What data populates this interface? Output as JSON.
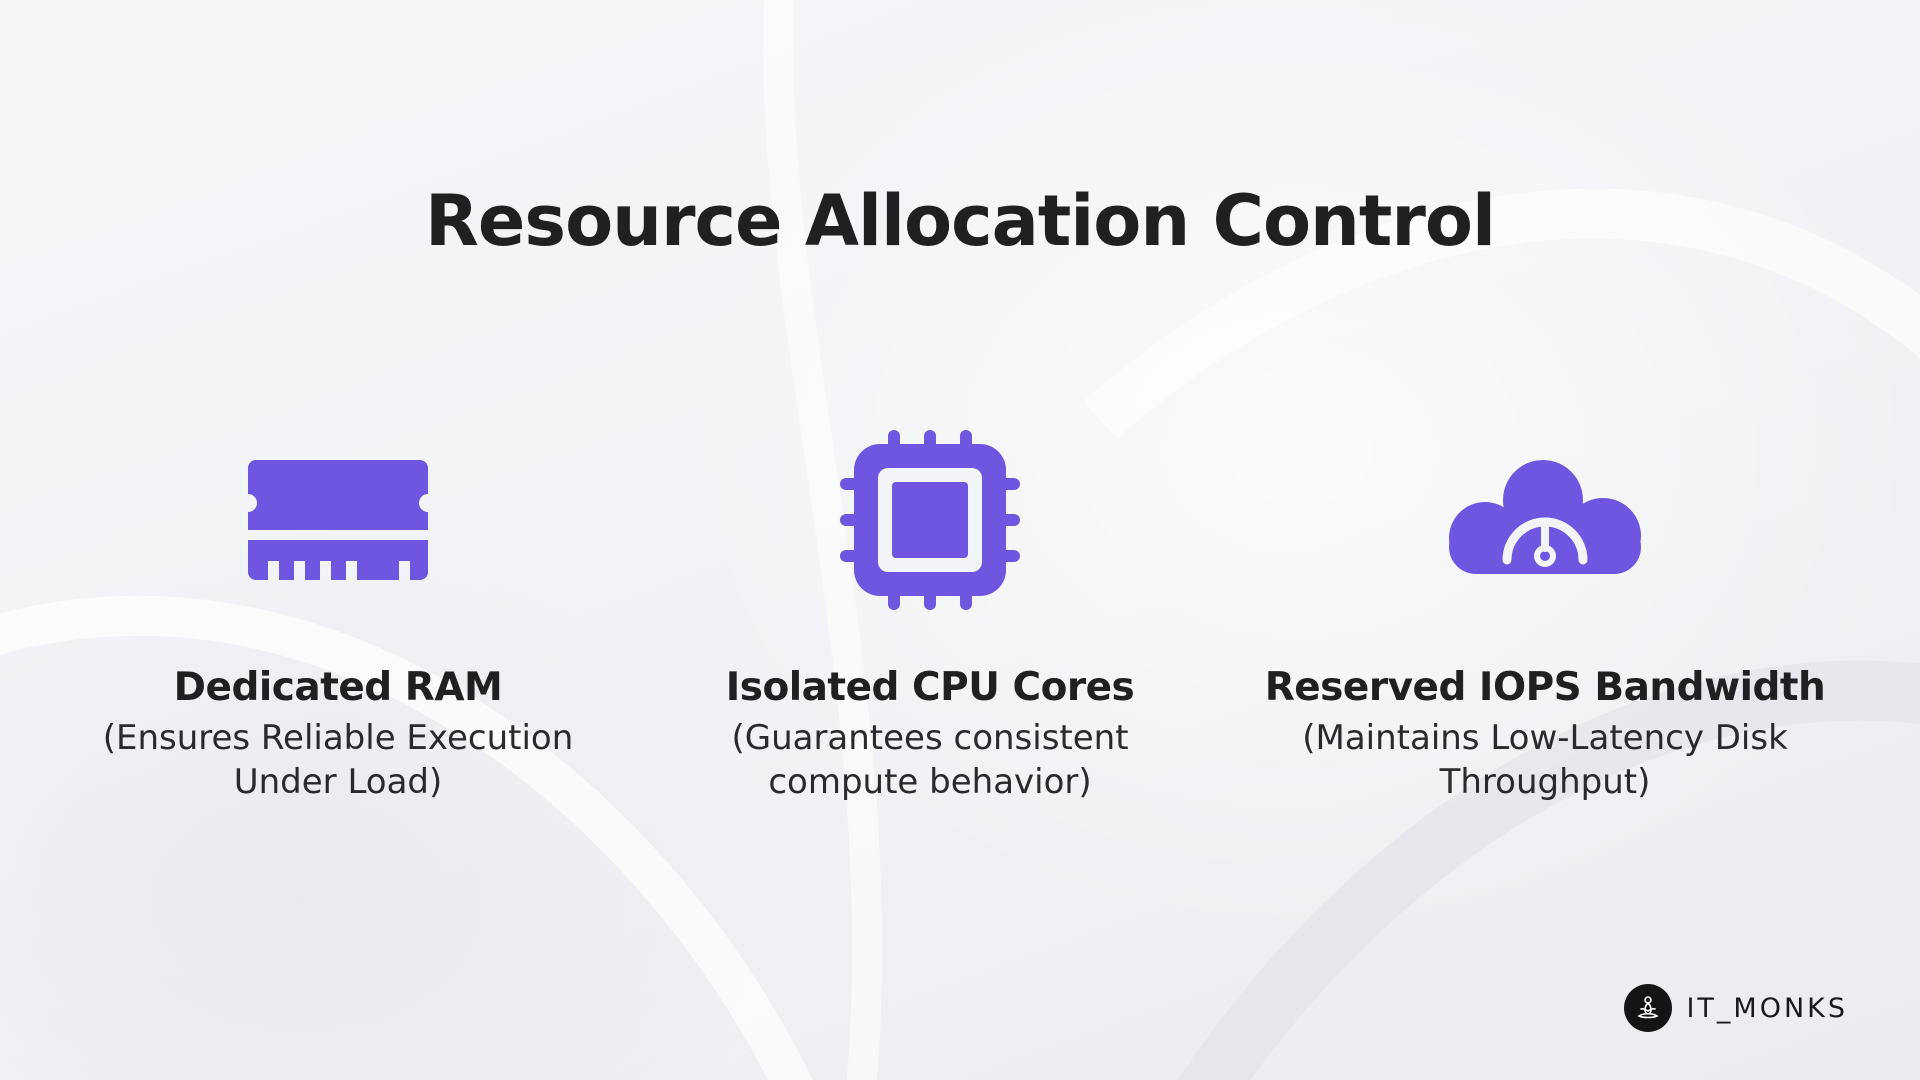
{
  "slide": {
    "title": "Resource Allocation Control"
  },
  "accent_color": "#6e56e0",
  "cards": [
    {
      "icon": "ram-icon",
      "heading": "Dedicated RAM",
      "description": "(Ensures Reliable Execution Under Load)"
    },
    {
      "icon": "cpu-icon",
      "heading": "Isolated CPU Cores",
      "description": "(Guarantees consistent compute behavior)"
    },
    {
      "icon": "cloud-speedometer-icon",
      "heading": "Reserved IOPS Bandwidth",
      "description": "(Maintains Low-Latency Disk Throughput)"
    }
  ],
  "brand": {
    "name": "IT_MONKS",
    "logo_icon": "meditating-monk-icon"
  }
}
